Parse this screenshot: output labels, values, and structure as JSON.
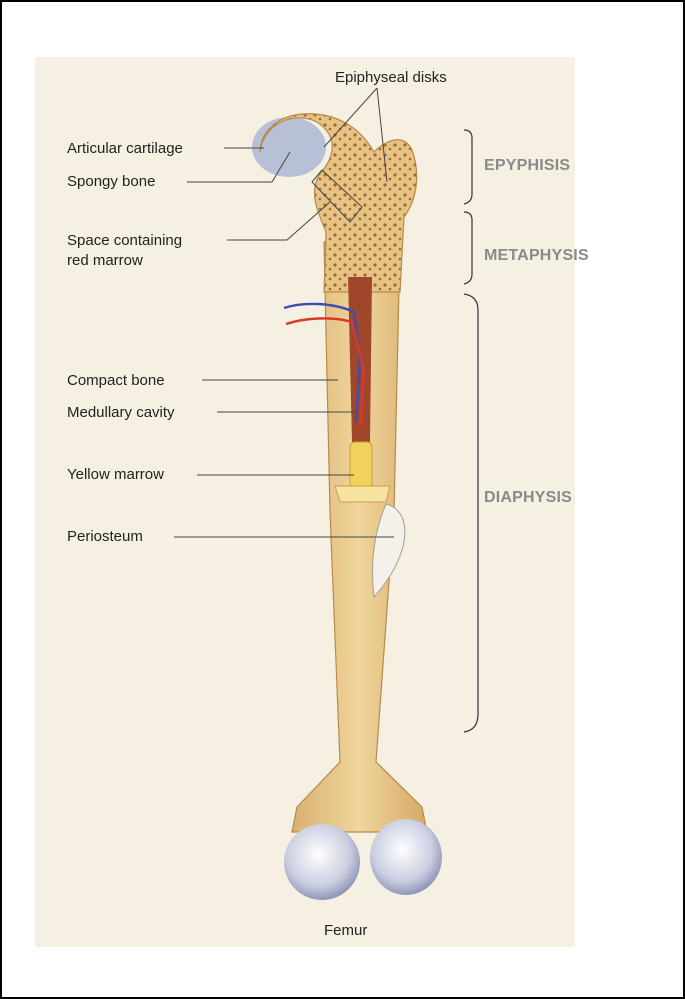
{
  "labels": {
    "epiphyseal_disks": "Epiphyseal disks",
    "articular_cartilage": "Articular cartilage",
    "spongy_bone": "Spongy bone",
    "space_red_marrow_1": "Space containing",
    "space_red_marrow_2": "red marrow",
    "compact_bone": "Compact bone",
    "medullary_cavity": "Medullary cavity",
    "yellow_marrow": "Yellow marrow",
    "periosteum": "Periosteum",
    "caption": "Femur"
  },
  "regions": {
    "epiphysis": "EPYPHISIS",
    "metaphysis": "METAPHYSIS",
    "diaphysis": "DIAPHYSIS"
  },
  "colors": {
    "bone": "#e9c98c",
    "bone_shadow": "#c99b55",
    "marrow_red": "#a0462a",
    "cartilage": "#b8c0d8",
    "vessel_red": "#d63a2a",
    "vessel_blue": "#3a4fb0",
    "yellow_marrow": "#f2d25a",
    "region_text": "#8a8a8a"
  }
}
